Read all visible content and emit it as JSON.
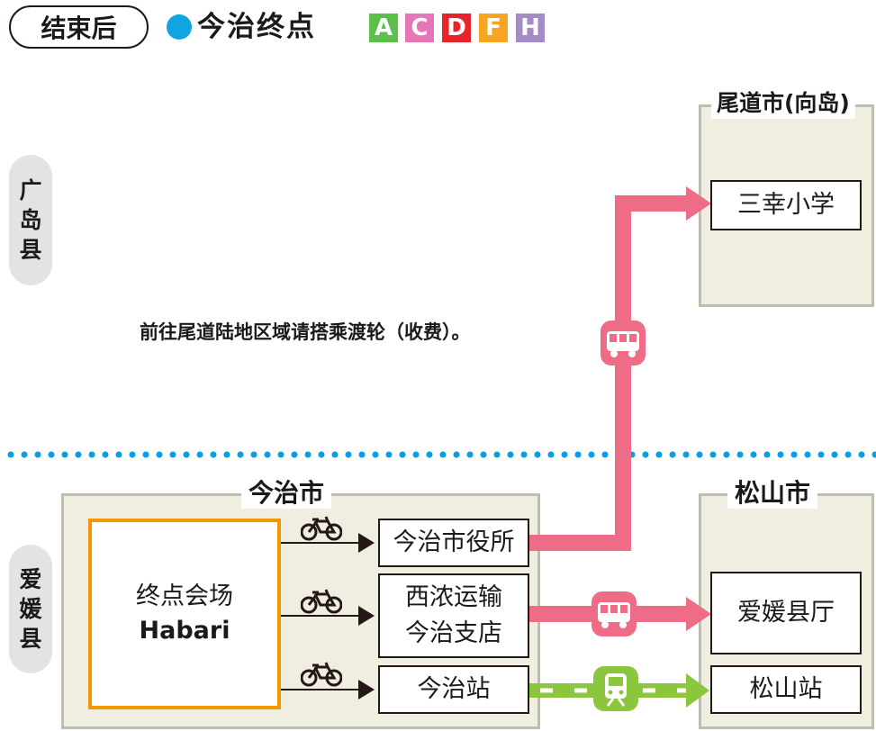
{
  "header": {
    "after_label": "结束后",
    "destination": "今治终点",
    "routes": [
      {
        "letter": "A",
        "color": "#5cbf4a"
      },
      {
        "letter": "C",
        "color": "#e577b8"
      },
      {
        "letter": "D",
        "color": "#e8242b"
      },
      {
        "letter": "F",
        "color": "#f6a623"
      },
      {
        "letter": "H",
        "color": "#a48bc6"
      }
    ],
    "dot_color": "#0ea5e0"
  },
  "prefectures": {
    "hiroshima": [
      "广",
      "岛",
      "县"
    ],
    "ehime": [
      "爱",
      "媛",
      "县"
    ]
  },
  "regions": {
    "onomichi": {
      "title": "尾道市(向岛)",
      "stop": "三幸小学"
    },
    "imabari": {
      "title": "今治市"
    },
    "matsuyama": {
      "title": "松山市",
      "stops": [
        "爱媛县厅",
        "松山站"
      ]
    }
  },
  "venue": {
    "line1": "终点会场",
    "line2": "Habari"
  },
  "stations": {
    "city_hall": "今治市役所",
    "bus_line1": "西浓运输",
    "bus_line2": "今治支店",
    "station": "今治站"
  },
  "note": "前往尾道陆地区域请搭乘渡轮（收费）。",
  "colors": {
    "bus_route": "#ee6c85",
    "train_route": "#8cc63f",
    "venue_border": "#f39800",
    "dotted_line": "#00a0e9"
  },
  "icons": [
    "bicycle-icon",
    "bus-icon",
    "train-icon"
  ]
}
